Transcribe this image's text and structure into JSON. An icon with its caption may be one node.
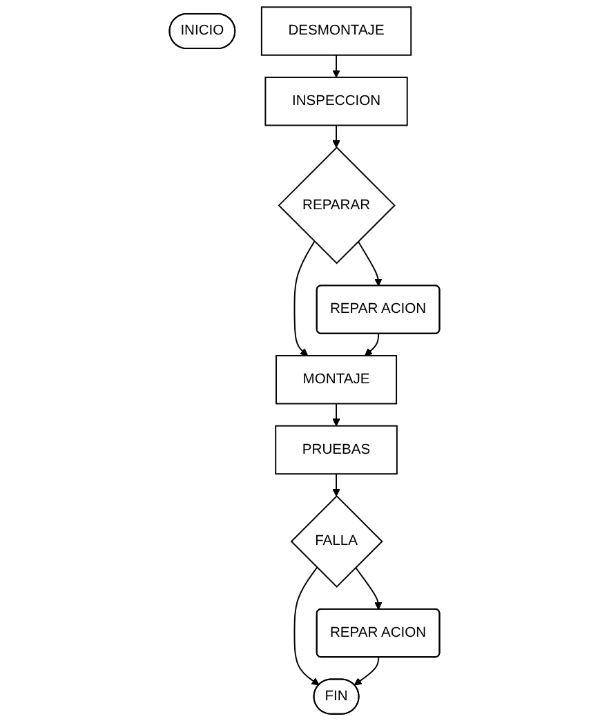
{
  "diagram": {
    "nodes": [
      {
        "text": [
          "INICIO"
        ]
      },
      {
        "text": [
          "DESMONTAJE"
        ]
      },
      {
        "text": [
          "INSPECCION"
        ]
      },
      {
        "text": [
          "REPARAR"
        ]
      },
      {
        "text": [
          "REPAR ACION"
        ]
      },
      {
        "text": [
          "MONTAJE"
        ]
      },
      {
        "text": [
          "PRUEBAS"
        ]
      },
      {
        "text": [
          "FALLA"
        ]
      },
      {
        "text": [
          "REPAR ACION"
        ]
      },
      {
        "text": [
          "FIN"
        ]
      }
    ],
    "edges": [
      {
        "from": 1,
        "to": 2,
        "arrow": "to"
      },
      {
        "from": 2,
        "to": 3,
        "arrow": "to"
      },
      {
        "from": 3,
        "to": 4,
        "arrow": "to"
      },
      {
        "from": 3,
        "to": 5,
        "arrow": "to"
      },
      {
        "from": 4,
        "to": 5,
        "arrow": "to"
      },
      {
        "from": 5,
        "to": 6,
        "arrow": "to"
      },
      {
        "from": 6,
        "to": 7,
        "arrow": "to"
      },
      {
        "from": 7,
        "to": 8,
        "arrow": "to"
      },
      {
        "from": 7,
        "to": 9,
        "arrow": "to"
      },
      {
        "from": 8,
        "to": 9,
        "arrow": "to"
      }
    ]
  }
}
